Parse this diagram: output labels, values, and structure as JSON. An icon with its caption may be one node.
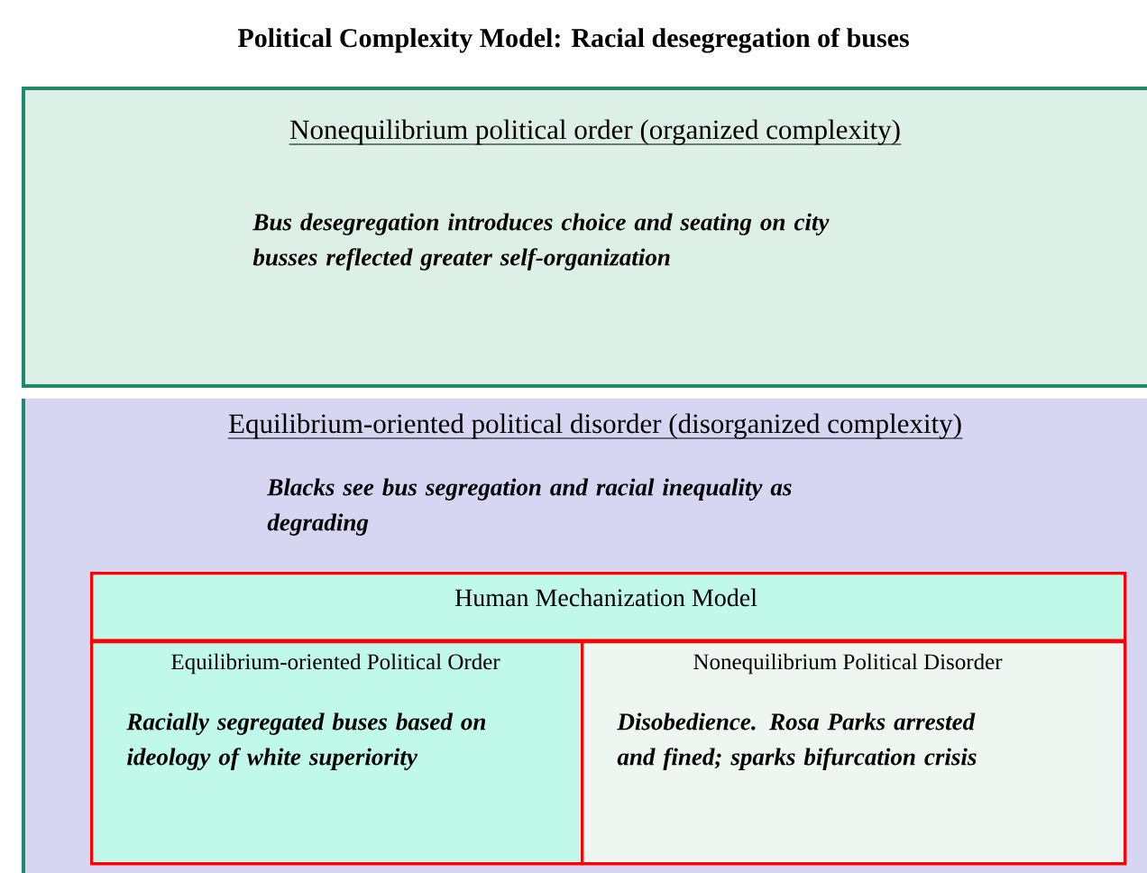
{
  "diagram": {
    "title": "Political Complexity Model: Racial desegregation of buses",
    "nodes": [
      {
        "text": [
          "Nonequilibrium political order (organized complexity)",
          "Bus desegregation introduces choice and seating on city busses reflected greater self-organization"
        ]
      },
      {
        "text": [
          "Equilibrium-oriented political disorder (disorganized complexity)",
          "Blacks see bus segregation and racial inequality as degrading"
        ]
      },
      {
        "text": [
          "Human Mechanization Model"
        ],
        "in": 1
      },
      {
        "text": [
          "Equilibrium-oriented Political Order",
          "Racially segregated buses based on ideology of white superiority"
        ],
        "in": 2
      },
      {
        "text": [
          "Nonequilibrium Political Disorder",
          "Disobedience. Rosa Parks arrested and fined; sparks bifurcation crisis"
        ],
        "in": 2
      }
    ]
  }
}
